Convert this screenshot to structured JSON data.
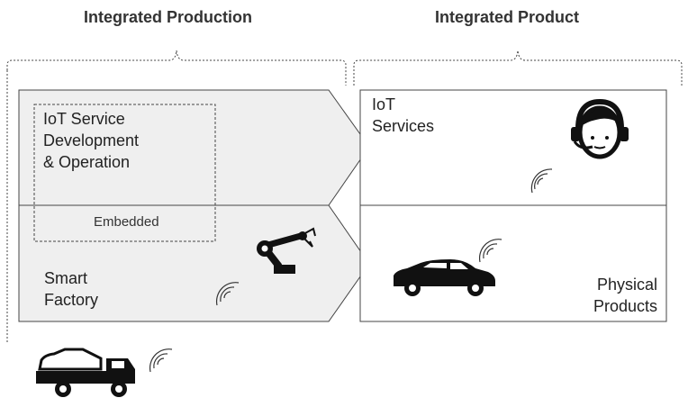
{
  "headers": {
    "production": "Integrated Production",
    "product": "Integrated Product"
  },
  "production_block": {
    "top_label": "IoT Service\nDevelopment\n& Operation",
    "embedded_label": "Embedded",
    "bottom_label": "Smart\nFactory"
  },
  "product_block": {
    "top_label": "IoT\nServices",
    "bottom_label": "Physical\nProducts"
  },
  "icons": [
    "headset-person-icon",
    "robot-arm-icon",
    "car-icon",
    "truck-car-carrier-icon",
    "wireless-signal-icon"
  ]
}
